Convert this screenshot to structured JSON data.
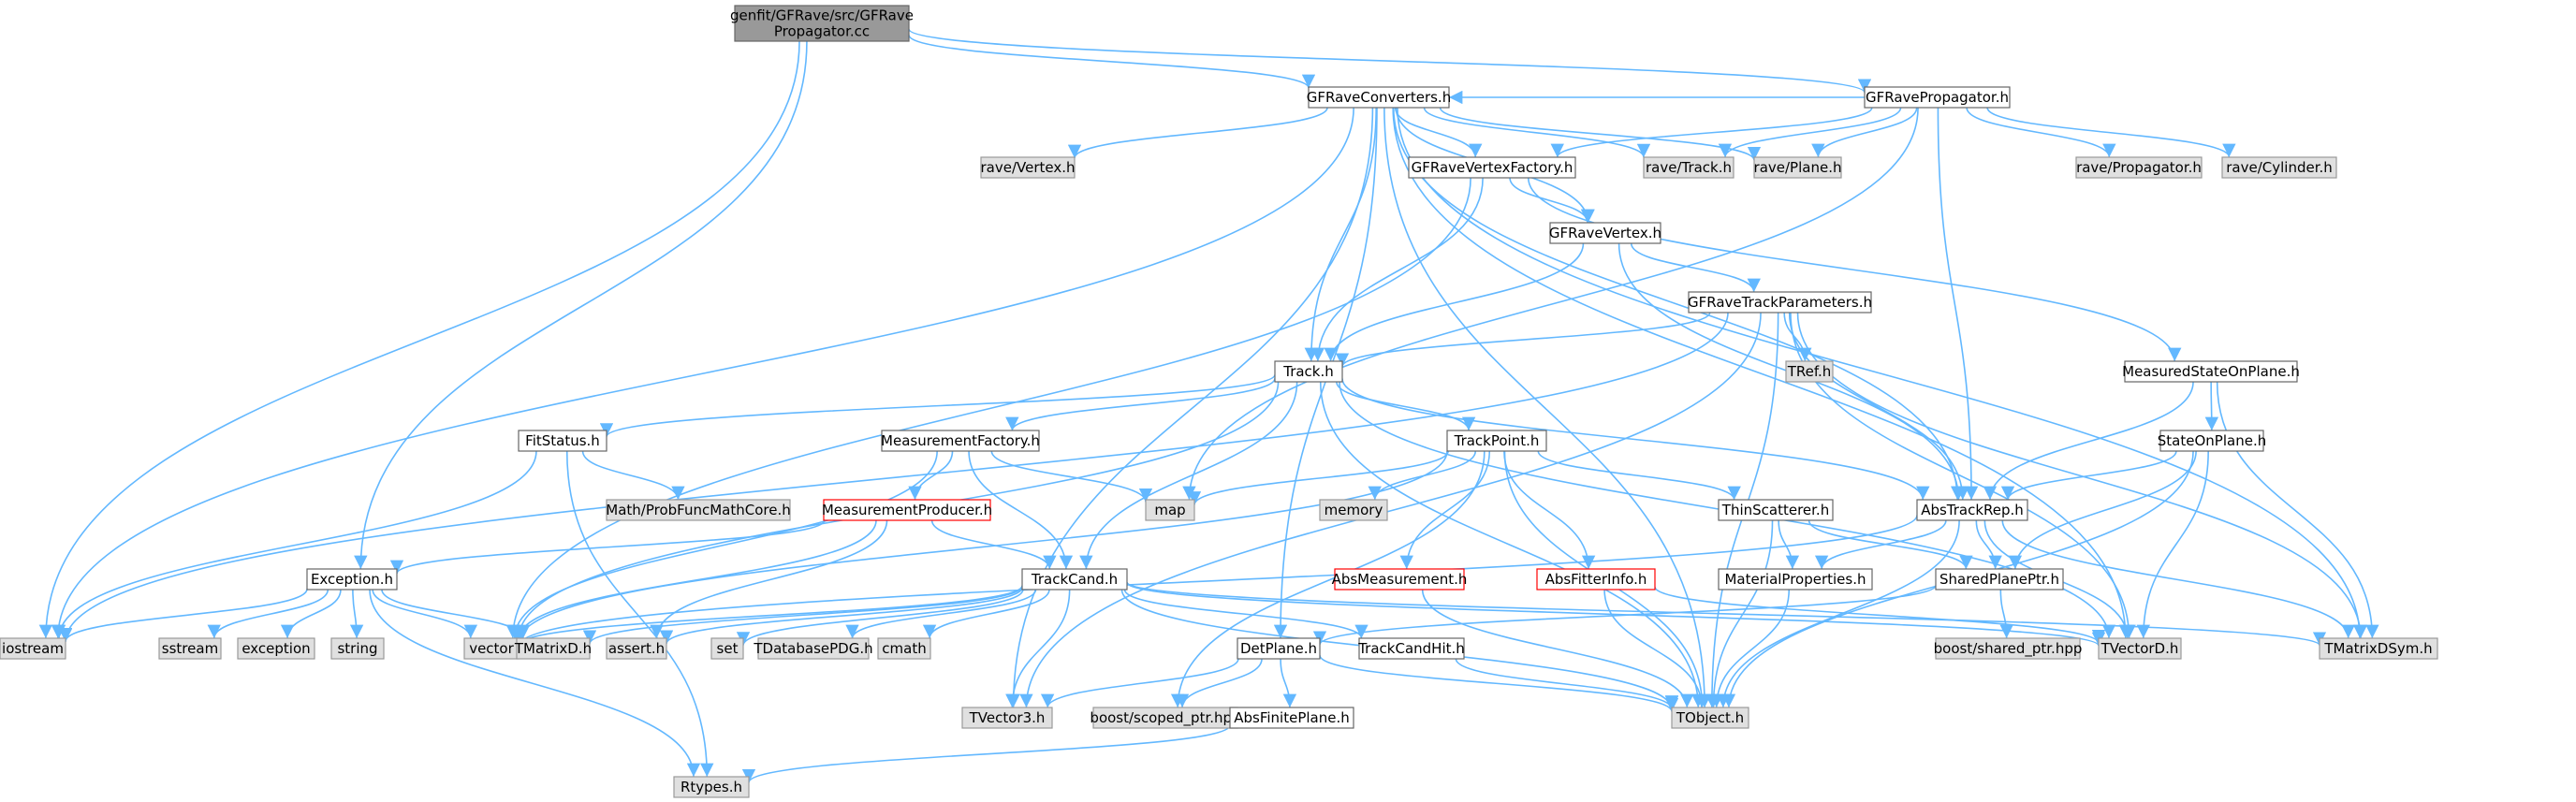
{
  "colors": {
    "edge": "#63b8ff",
    "node_fill": "#ffffff",
    "node_stroke": "#666666",
    "root_fill": "#999999",
    "external_fill": "#e0e0e0",
    "external_stroke": "#999999",
    "truncated_stroke": "#ff0000"
  },
  "nodes": [
    {
      "id": "root",
      "label": [
        "genfit/GFRave/src/GFRave",
        "Propagator.cc"
      ],
      "kind": "root"
    },
    {
      "id": "conv",
      "label": [
        "GFRaveConverters.h"
      ],
      "kind": "file"
    },
    {
      "id": "prop",
      "label": [
        "GFRavePropagator.h"
      ],
      "kind": "file"
    },
    {
      "id": "ravevertex",
      "label": [
        "rave/Vertex.h"
      ],
      "kind": "external"
    },
    {
      "id": "vfactory",
      "label": [
        "GFRaveVertexFactory.h"
      ],
      "kind": "file"
    },
    {
      "id": "ravetrack",
      "label": [
        "rave/Track.h"
      ],
      "kind": "external"
    },
    {
      "id": "raveplane",
      "label": [
        "rave/Plane.h"
      ],
      "kind": "external"
    },
    {
      "id": "raveprop",
      "label": [
        "rave/Propagator.h"
      ],
      "kind": "external"
    },
    {
      "id": "ravecyl",
      "label": [
        "rave/Cylinder.h"
      ],
      "kind": "external"
    },
    {
      "id": "vertex",
      "label": [
        "GFRaveVertex.h"
      ],
      "kind": "file"
    },
    {
      "id": "trackparams",
      "label": [
        "GFRaveTrackParameters.h"
      ],
      "kind": "file"
    },
    {
      "id": "track",
      "label": [
        "Track.h"
      ],
      "kind": "file"
    },
    {
      "id": "tref",
      "label": [
        "TRef.h"
      ],
      "kind": "external"
    },
    {
      "id": "msop",
      "label": [
        "MeasuredStateOnPlane.h"
      ],
      "kind": "file"
    },
    {
      "id": "fitstatus",
      "label": [
        "FitStatus.h"
      ],
      "kind": "file"
    },
    {
      "id": "mfactory",
      "label": [
        "MeasurementFactory.h"
      ],
      "kind": "file"
    },
    {
      "id": "trackpoint",
      "label": [
        "TrackPoint.h"
      ],
      "kind": "file"
    },
    {
      "id": "sop",
      "label": [
        "StateOnPlane.h"
      ],
      "kind": "file"
    },
    {
      "id": "mathprob",
      "label": [
        "Math/ProbFuncMathCore.h"
      ],
      "kind": "external"
    },
    {
      "id": "map",
      "label": [
        "map"
      ],
      "kind": "external"
    },
    {
      "id": "memory",
      "label": [
        "memory"
      ],
      "kind": "external"
    },
    {
      "id": "thinscat",
      "label": [
        "ThinScatterer.h"
      ],
      "kind": "file"
    },
    {
      "id": "abstrackrep",
      "label": [
        "AbsTrackRep.h"
      ],
      "kind": "file"
    },
    {
      "id": "mproducer",
      "label": [
        "MeasurementProducer.h"
      ],
      "kind": "truncated"
    },
    {
      "id": "exception",
      "label": [
        "Exception.h"
      ],
      "kind": "file"
    },
    {
      "id": "trackcand",
      "label": [
        "TrackCand.h"
      ],
      "kind": "file"
    },
    {
      "id": "absmeas",
      "label": [
        "AbsMeasurement.h"
      ],
      "kind": "truncated"
    },
    {
      "id": "absfitter",
      "label": [
        "AbsFitterInfo.h"
      ],
      "kind": "truncated"
    },
    {
      "id": "matprops",
      "label": [
        "MaterialProperties.h"
      ],
      "kind": "file"
    },
    {
      "id": "sharedplane",
      "label": [
        "SharedPlanePtr.h"
      ],
      "kind": "file"
    },
    {
      "id": "iostream",
      "label": [
        "iostream"
      ],
      "kind": "external"
    },
    {
      "id": "sstream",
      "label": [
        "sstream"
      ],
      "kind": "external"
    },
    {
      "id": "stdexcept",
      "label": [
        "exception"
      ],
      "kind": "external"
    },
    {
      "id": "string",
      "label": [
        "string"
      ],
      "kind": "external"
    },
    {
      "id": "vector",
      "label": [
        "vector"
      ],
      "kind": "external"
    },
    {
      "id": "tmatrixd",
      "label": [
        "TMatrixD.h"
      ],
      "kind": "external"
    },
    {
      "id": "assert",
      "label": [
        "assert.h"
      ],
      "kind": "external"
    },
    {
      "id": "set",
      "label": [
        "set"
      ],
      "kind": "external"
    },
    {
      "id": "tdbpdg",
      "label": [
        "TDatabasePDG.h"
      ],
      "kind": "external"
    },
    {
      "id": "cmath",
      "label": [
        "cmath"
      ],
      "kind": "external"
    },
    {
      "id": "detplane",
      "label": [
        "DetPlane.h"
      ],
      "kind": "file"
    },
    {
      "id": "trackcandhit",
      "label": [
        "TrackCandHit.h"
      ],
      "kind": "file"
    },
    {
      "id": "boostshared",
      "label": [
        "boost/shared_ptr.hpp"
      ],
      "kind": "external"
    },
    {
      "id": "tvectord",
      "label": [
        "TVectorD.h"
      ],
      "kind": "external"
    },
    {
      "id": "tmatrixdsym",
      "label": [
        "TMatrixDSym.h"
      ],
      "kind": "external"
    },
    {
      "id": "tvector3",
      "label": [
        "TVector3.h"
      ],
      "kind": "external"
    },
    {
      "id": "boostscoped",
      "label": [
        "boost/scoped_ptr.hpp"
      ],
      "kind": "external"
    },
    {
      "id": "tobject",
      "label": [
        "TObject.h"
      ],
      "kind": "external"
    },
    {
      "id": "absfinite",
      "label": [
        "AbsFinitePlane.h"
      ],
      "kind": "file"
    },
    {
      "id": "rtypes",
      "label": [
        "Rtypes.h"
      ],
      "kind": "external"
    }
  ],
  "edges": [
    [
      "root",
      "conv"
    ],
    [
      "root",
      "prop"
    ],
    [
      "root",
      "iostream"
    ],
    [
      "root",
      "exception"
    ],
    [
      "prop",
      "conv"
    ],
    [
      "prop",
      "ravetrack"
    ],
    [
      "prop",
      "raveplane"
    ],
    [
      "prop",
      "raveprop"
    ],
    [
      "prop",
      "ravecyl"
    ],
    [
      "prop",
      "vfactory"
    ],
    [
      "prop",
      "abstrackrep"
    ],
    [
      "prop",
      "map"
    ],
    [
      "conv",
      "ravevertex"
    ],
    [
      "conv",
      "ravetrack"
    ],
    [
      "conv",
      "raveplane"
    ],
    [
      "conv",
      "vfactory"
    ],
    [
      "conv",
      "vertex"
    ],
    [
      "conv",
      "track"
    ],
    [
      "conv",
      "detplane"
    ],
    [
      "conv",
      "iostream"
    ],
    [
      "conv",
      "tvector3"
    ],
    [
      "conv",
      "tmatrixdsym"
    ],
    [
      "conv",
      "tvectord"
    ],
    [
      "conv",
      "tobject"
    ],
    [
      "conv",
      "abstrackrep"
    ],
    [
      "vfactory",
      "vertex"
    ],
    [
      "vfactory",
      "track"
    ],
    [
      "vfactory",
      "msop"
    ],
    [
      "vfactory",
      "vector"
    ],
    [
      "vertex",
      "trackparams"
    ],
    [
      "vertex",
      "track"
    ],
    [
      "vertex",
      "abstrackrep"
    ],
    [
      "trackparams",
      "tref"
    ],
    [
      "trackparams",
      "track"
    ],
    [
      "trackparams",
      "abstrackrep"
    ],
    [
      "trackparams",
      "tvectord"
    ],
    [
      "trackparams",
      "tmatrixdsym"
    ],
    [
      "trackparams",
      "iostream"
    ],
    [
      "trackparams",
      "tvector3"
    ],
    [
      "trackparams",
      "tobject"
    ],
    [
      "track",
      "fitstatus"
    ],
    [
      "track",
      "mfactory"
    ],
    [
      "track",
      "trackpoint"
    ],
    [
      "track",
      "abstrackrep"
    ],
    [
      "track",
      "trackcand"
    ],
    [
      "track",
      "vector"
    ],
    [
      "track",
      "tobject"
    ],
    [
      "track",
      "tvectord"
    ],
    [
      "msop",
      "sop"
    ],
    [
      "msop",
      "abstrackrep"
    ],
    [
      "msop",
      "tmatrixdsym"
    ],
    [
      "sop",
      "abstrackrep"
    ],
    [
      "sop",
      "sharedplane"
    ],
    [
      "sop",
      "tvectord"
    ],
    [
      "sop",
      "tobject"
    ],
    [
      "fitstatus",
      "mathprob"
    ],
    [
      "fitstatus",
      "rtypes"
    ],
    [
      "fitstatus",
      "iostream"
    ],
    [
      "mfactory",
      "mproducer"
    ],
    [
      "mfactory",
      "trackcand"
    ],
    [
      "mfactory",
      "map"
    ],
    [
      "mfactory",
      "vector"
    ],
    [
      "trackpoint",
      "map"
    ],
    [
      "trackpoint",
      "memory"
    ],
    [
      "trackpoint",
      "thinscat"
    ],
    [
      "trackpoint",
      "absmeas"
    ],
    [
      "trackpoint",
      "absfitter"
    ],
    [
      "trackpoint",
      "vector"
    ],
    [
      "trackpoint",
      "tobject"
    ],
    [
      "trackpoint",
      "boostscoped"
    ],
    [
      "mproducer",
      "exception"
    ],
    [
      "mproducer",
      "trackcand"
    ],
    [
      "mproducer",
      "assert"
    ],
    [
      "mproducer",
      "vector"
    ],
    [
      "thinscat",
      "matprops"
    ],
    [
      "thinscat",
      "sharedplane"
    ],
    [
      "thinscat",
      "tobject"
    ],
    [
      "abstrackrep",
      "sharedplane"
    ],
    [
      "abstrackrep",
      "matprops"
    ],
    [
      "abstrackrep",
      "tvectord"
    ],
    [
      "abstrackrep",
      "tmatrixdsym"
    ],
    [
      "abstrackrep",
      "vector"
    ],
    [
      "abstrackrep",
      "tobject"
    ],
    [
      "matprops",
      "tobject"
    ],
    [
      "sharedplane",
      "detplane"
    ],
    [
      "sharedplane",
      "boostshared"
    ],
    [
      "absmeas",
      "tobject"
    ],
    [
      "absfitter",
      "tvectord"
    ],
    [
      "absfitter",
      "tobject"
    ],
    [
      "exception",
      "iostream"
    ],
    [
      "exception",
      "sstream"
    ],
    [
      "exception",
      "stdexcept"
    ],
    [
      "exception",
      "string"
    ],
    [
      "exception",
      "vector"
    ],
    [
      "exception",
      "tmatrixd"
    ],
    [
      "exception",
      "rtypes"
    ],
    [
      "trackcand",
      "trackcandhit"
    ],
    [
      "trackcand",
      "tmatrixd"
    ],
    [
      "trackcand",
      "tvectord"
    ],
    [
      "trackcand",
      "tmatrixdsym"
    ],
    [
      "trackcand",
      "tvector3"
    ],
    [
      "trackcand",
      "tobject"
    ],
    [
      "trackcand",
      "vector"
    ],
    [
      "trackcand",
      "set"
    ],
    [
      "trackcand",
      "tdbpdg"
    ],
    [
      "trackcand",
      "cmath"
    ],
    [
      "trackcand",
      "assert"
    ],
    [
      "trackcandhit",
      "tobject"
    ],
    [
      "detplane",
      "absfinite"
    ],
    [
      "detplane",
      "tvector3"
    ],
    [
      "detplane",
      "tobject"
    ],
    [
      "detplane",
      "boostscoped"
    ],
    [
      "absfinite",
      "rtypes"
    ]
  ]
}
